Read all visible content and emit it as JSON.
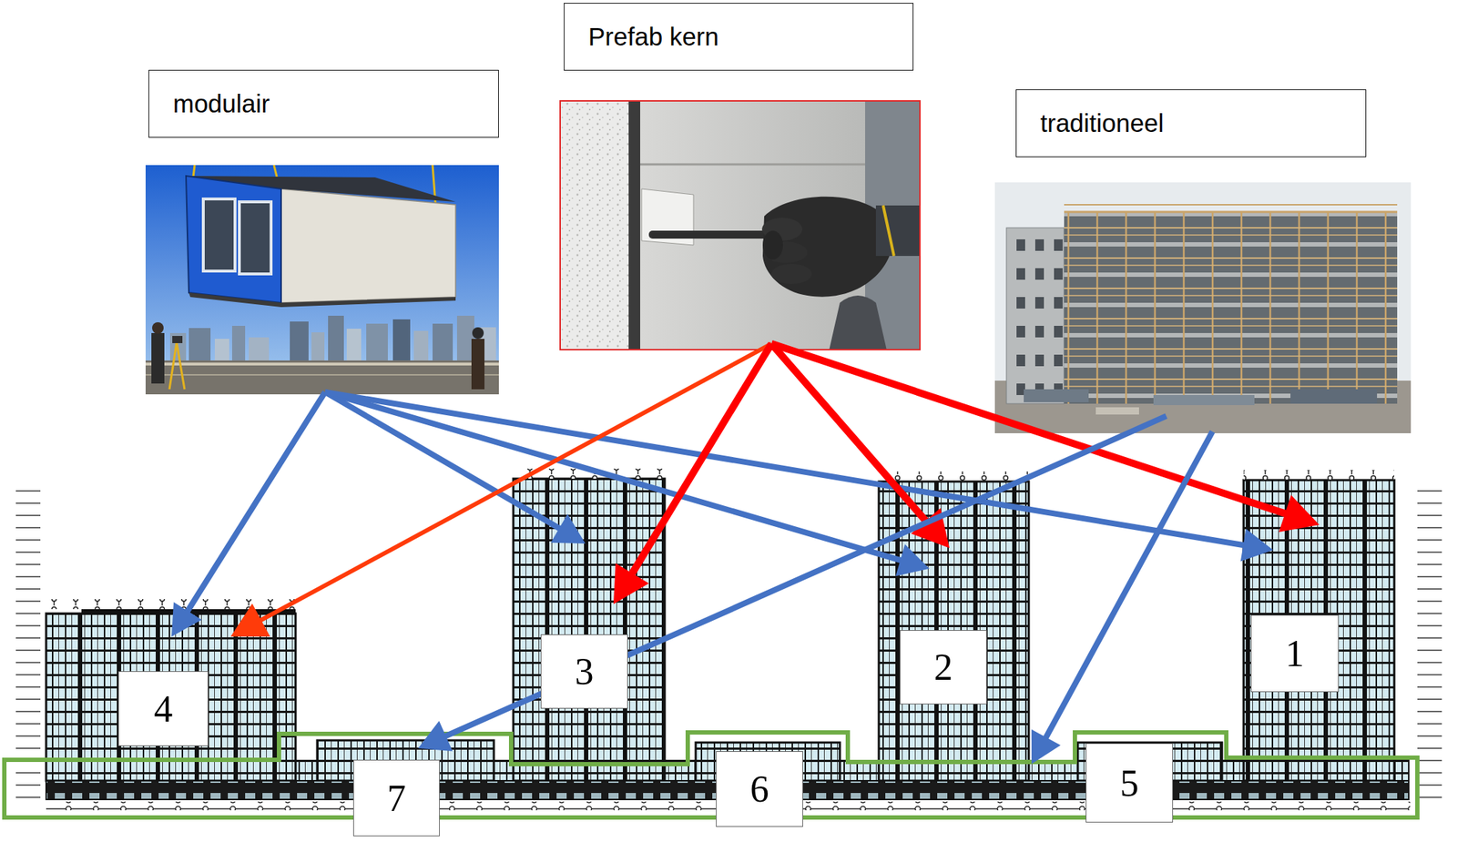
{
  "diagram": {
    "nodes": [
      {
        "text": [
          "modulair"
        ]
      },
      {
        "text": [
          "Prefab kern"
        ]
      },
      {
        "text": [
          "traditioneel"
        ]
      },
      {
        "text": [
          "4"
        ]
      },
      {
        "text": [
          "3"
        ]
      },
      {
        "text": [
          "2"
        ]
      },
      {
        "text": [
          "1"
        ]
      },
      {
        "text": [
          "7"
        ]
      },
      {
        "text": [
          "6"
        ]
      },
      {
        "text": [
          "5"
        ]
      }
    ],
    "edges": [
      {
        "from": 0,
        "to": 3,
        "arrow": "to"
      },
      {
        "from": 0,
        "to": 4,
        "arrow": "to"
      },
      {
        "from": 0,
        "to": 5,
        "arrow": "to"
      },
      {
        "from": 0,
        "to": 6,
        "arrow": "to"
      },
      {
        "from": 1,
        "to": 3,
        "arrow": "to"
      },
      {
        "from": 1,
        "to": 4,
        "arrow": "to"
      },
      {
        "from": 1,
        "to": 5,
        "arrow": "to"
      },
      {
        "from": 1,
        "to": 6,
        "arrow": "to"
      },
      {
        "from": 2,
        "to": 7,
        "arrow": "to"
      },
      {
        "from": 2,
        "to": 9,
        "arrow": "to"
      }
    ]
  }
}
